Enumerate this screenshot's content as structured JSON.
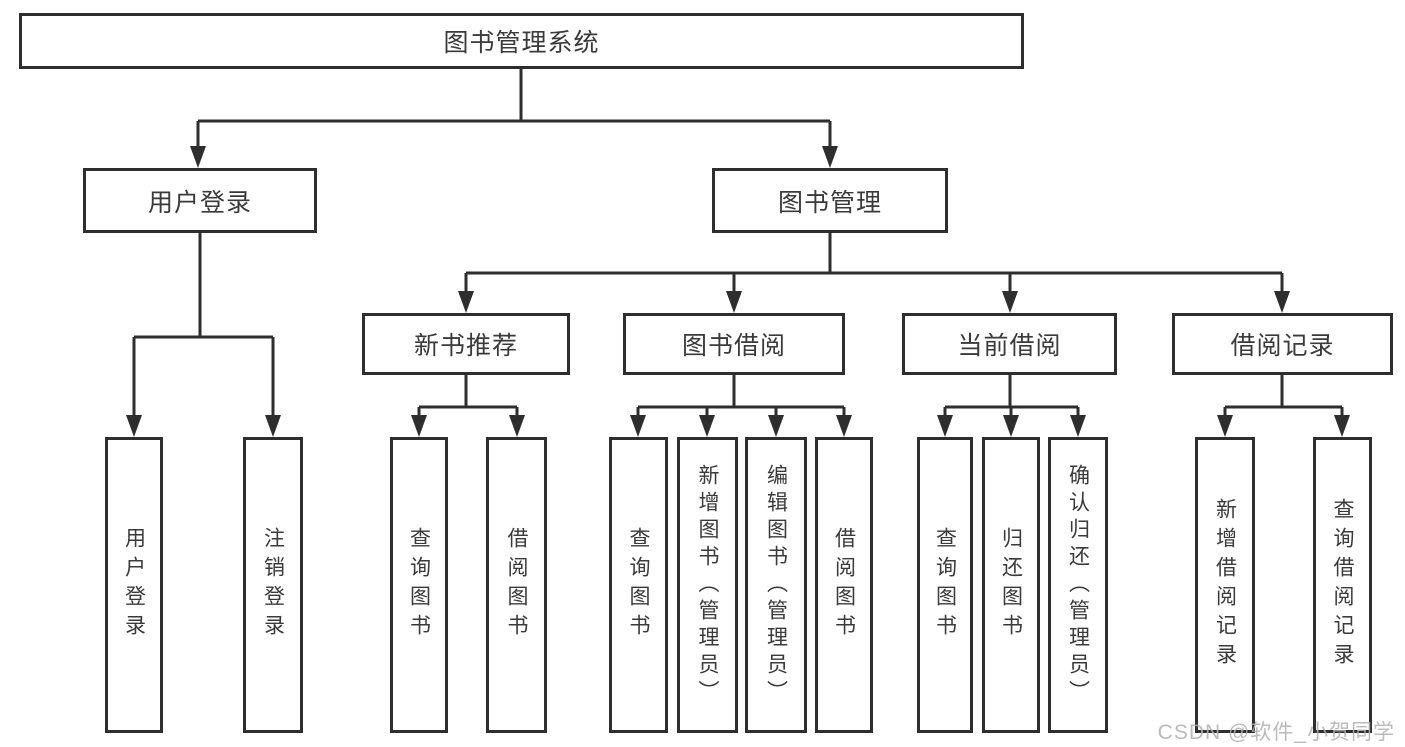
{
  "diagram": {
    "type": "hierarchy-tree",
    "title": "图书管理系统",
    "watermark": "CSDN @软件_小贺同学",
    "colors": {
      "line": "#2e2e2e",
      "box_border": "#2e2e2e",
      "box_background": "#ffffff",
      "text": "#3a3a3a",
      "watermark": "#b0b0b0",
      "page_background": "#ffffff"
    },
    "nodes": {
      "root": {
        "label": "图书管理系统"
      },
      "level2": [
        {
          "label": "用户登录",
          "parent": "图书管理系统"
        },
        {
          "label": "图书管理",
          "parent": "图书管理系统"
        }
      ],
      "level3": [
        {
          "label": "新书推荐",
          "parent": "图书管理"
        },
        {
          "label": "图书借阅",
          "parent": "图书管理"
        },
        {
          "label": "当前借阅",
          "parent": "图书管理"
        },
        {
          "label": "借阅记录",
          "parent": "图书管理"
        }
      ],
      "leaves": [
        {
          "label": "用户登录",
          "parent": "用户登录"
        },
        {
          "label": "注销登录",
          "parent": "用户登录"
        },
        {
          "label": "查询图书",
          "parent": "新书推荐"
        },
        {
          "label": "借阅图书",
          "parent": "新书推荐"
        },
        {
          "label": "查询图书",
          "parent": "图书借阅"
        },
        {
          "label": "新增图书（管理员）",
          "parent": "图书借阅"
        },
        {
          "label": "编辑图书（管理员）",
          "parent": "图书借阅"
        },
        {
          "label": "借阅图书",
          "parent": "图书借阅"
        },
        {
          "label": "查询图书",
          "parent": "当前借阅"
        },
        {
          "label": "归还图书",
          "parent": "当前借阅"
        },
        {
          "label": "确认归还（管理员）",
          "parent": "当前借阅"
        },
        {
          "label": "新增借阅记录",
          "parent": "借阅记录"
        },
        {
          "label": "查询借阅记录",
          "parent": "借阅记录"
        }
      ]
    }
  }
}
